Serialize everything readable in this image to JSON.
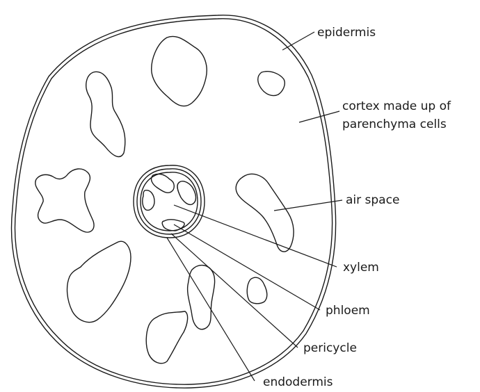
{
  "labels": {
    "epidermis": "epidermis",
    "cortex_line1": "cortex made up of",
    "cortex_line2": "parenchyma cells",
    "air_space": "air space",
    "xylem": "xylem",
    "phloem": "phloem",
    "pericycle": "pericycle",
    "endodermis": "endodermis"
  }
}
